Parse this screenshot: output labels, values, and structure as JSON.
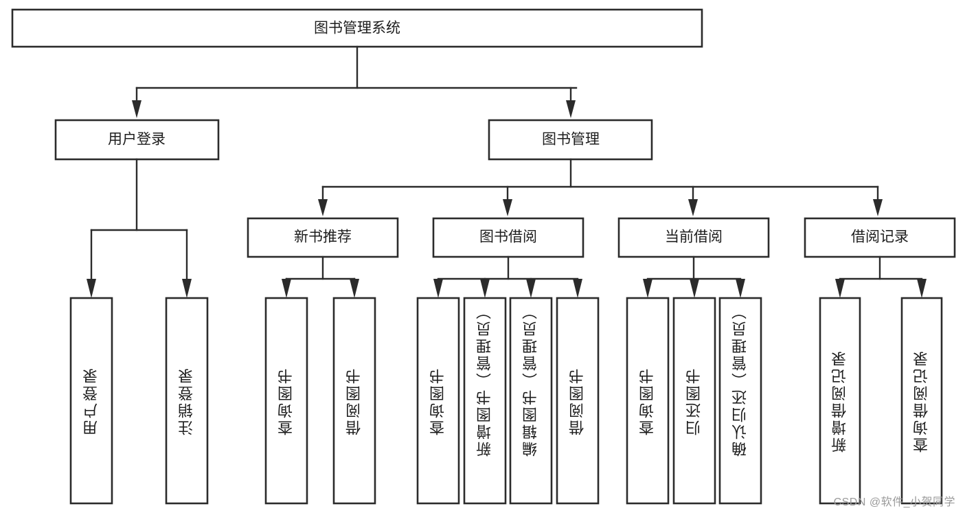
{
  "diagram": {
    "title": "图书管理系统",
    "type": "tree",
    "watermark": "CSDN @软件_小贺同学",
    "colors": {
      "stroke": "#2b2b2b",
      "fill": "#ffffff",
      "text": "#1d1d1d",
      "watermark": "#9a9a9a"
    },
    "root": {
      "label": "图书管理系统"
    },
    "level2": [
      {
        "label": "用户登录"
      },
      {
        "label": "图书管理"
      }
    ],
    "level3": [
      {
        "label": "新书推荐"
      },
      {
        "label": "图书借阅"
      },
      {
        "label": "当前借阅"
      },
      {
        "label": "借阅记录"
      }
    ],
    "leaves": {
      "user_login": [
        {
          "label": "用户登录"
        },
        {
          "label": "注销登录"
        }
      ],
      "new_book": [
        {
          "label": "查询图书"
        },
        {
          "label": "借阅图书"
        }
      ],
      "book_borrow": [
        {
          "label": "查询图书"
        },
        {
          "label": "新增图书（管理员）"
        },
        {
          "label": "编辑图书（管理员）"
        },
        {
          "label": "借阅图书"
        }
      ],
      "current_borrow": [
        {
          "label": "查询图书"
        },
        {
          "label": "归还图书"
        },
        {
          "label": "确认归还（管理员）"
        }
      ],
      "borrow_record": [
        {
          "label": "新增借阅记录"
        },
        {
          "label": "查询借阅记录"
        }
      ]
    }
  }
}
